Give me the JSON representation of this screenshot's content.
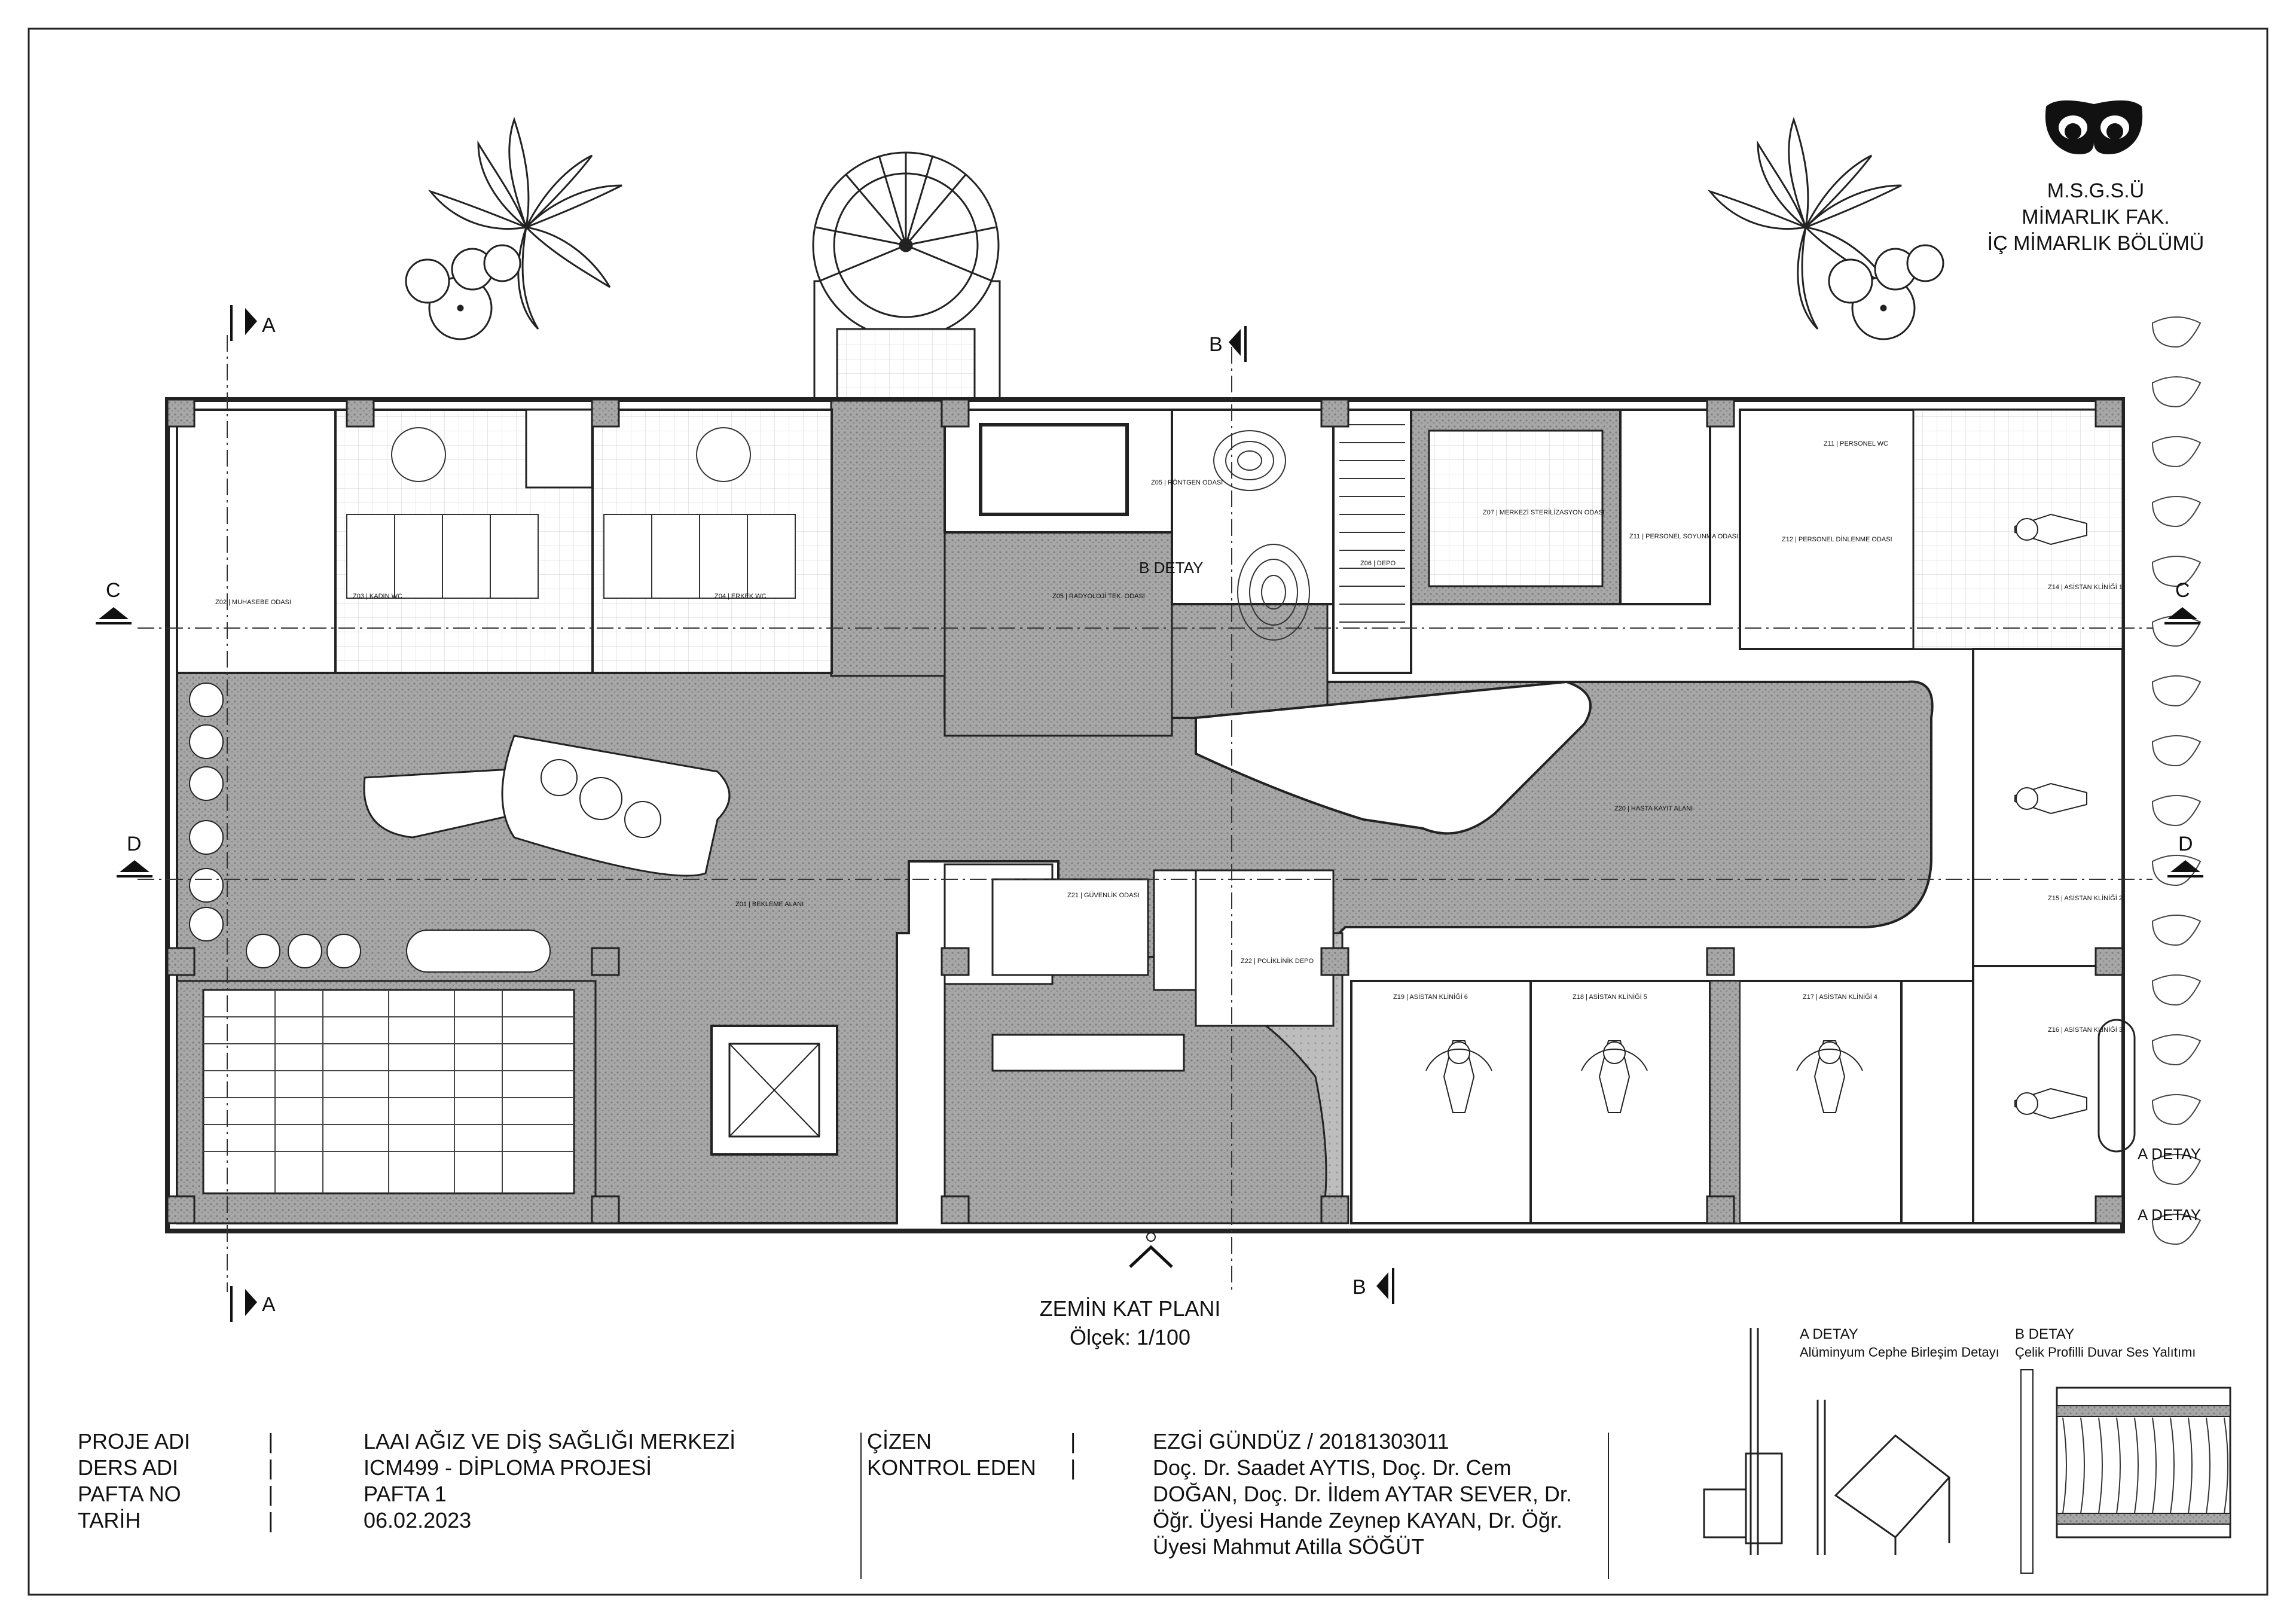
{
  "institution": {
    "lines": [
      "M.S.G.S.Ü",
      "MİMARLIK FAK.",
      "İÇ MİMARLIK BÖLÜMÜ"
    ]
  },
  "plan": {
    "title": "ZEMİN KAT PLANI",
    "scale": "Ölçek: 1/100",
    "section_marks": {
      "a": "A",
      "b": "B",
      "c": "C",
      "d": "D"
    },
    "callouts": {
      "b_detail": "B DETAY",
      "a_detail_1": "A DETAY",
      "a_detail_2": "A DETAY"
    },
    "rooms": [
      "Z02 | MUHASEBE ODASI",
      "Z03 | KADIN WC",
      "Z04 | ERKEK WC",
      "Z05 | RÖNTGEN ODASI",
      "Z05 | RADYOLOJİ TEK. ODASI",
      "Z06 | DEPO",
      "Z07 | MERKEZİ STERİLİZASYON ODASI",
      "Z11 | PERSONEL WC",
      "Z11 | PERSONEL SOYUNMA ODASI",
      "Z12 | PERSONEL DİNLENME ODASI",
      "Z14 | ASİSTAN KLİNİĞİ 1",
      "Z15 | ASİSTAN KLİNİĞİ 2",
      "Z16 | ASİSTAN KLİNİĞİ 3",
      "Z17 | ASİSTAN KLİNİĞİ 4",
      "Z18 | ASİSTAN KLİNİĞİ 5",
      "Z19 | ASİSTAN KLİNİĞİ 6",
      "Z20 | HASTA KAYIT ALANI",
      "Z21 | GÜVENLİK ODASI",
      "Z22 | POLİKLİNİK DEPO",
      "Z01 | BEKLEME ALANI"
    ]
  },
  "details": {
    "a": {
      "title": "A DETAY",
      "subtitle": "Alüminyum Cephe Birleşim Detayı"
    },
    "b": {
      "title": "B DETAY",
      "subtitle": "Çelik Profilli Duvar Ses Yalıtımı"
    }
  },
  "title_block": {
    "labels": [
      "PROJE ADI",
      "DERS ADI",
      "PAFTA NO",
      "TARİH"
    ],
    "values": [
      "LAAI AĞIZ VE DİŞ SAĞLIĞI MERKEZİ",
      "ICM499 - DİPLOMA PROJESİ",
      "PAFTA 1",
      "06.02.2023"
    ],
    "people_labels": [
      "ÇİZEN",
      "KONTROL EDEN"
    ],
    "people_values": [
      "EZGİ GÜNDÜZ / 20181303011",
      "Doç. Dr. Saadet AYTIS, Doç. Dr. Cem",
      "DOĞAN, Doç. Dr. İldem AYTAR SEVER, Dr.",
      "Öğr. Üyesi Hande Zeynep KAYAN, Dr. Öğr.",
      "Üyesi Mahmut Atilla SÖĞÜT"
    ],
    "separator": "|"
  },
  "colors": {
    "hatch": "#9a9a9a",
    "wall": "#222222",
    "room_fill": "#ffffff",
    "ink": "#111111"
  },
  "icons": [
    "owl-logo-icon",
    "palm-tree-icon",
    "shrub-icon",
    "spiral-stair-icon",
    "dental-chair-icon",
    "north-arrow-icon"
  ]
}
